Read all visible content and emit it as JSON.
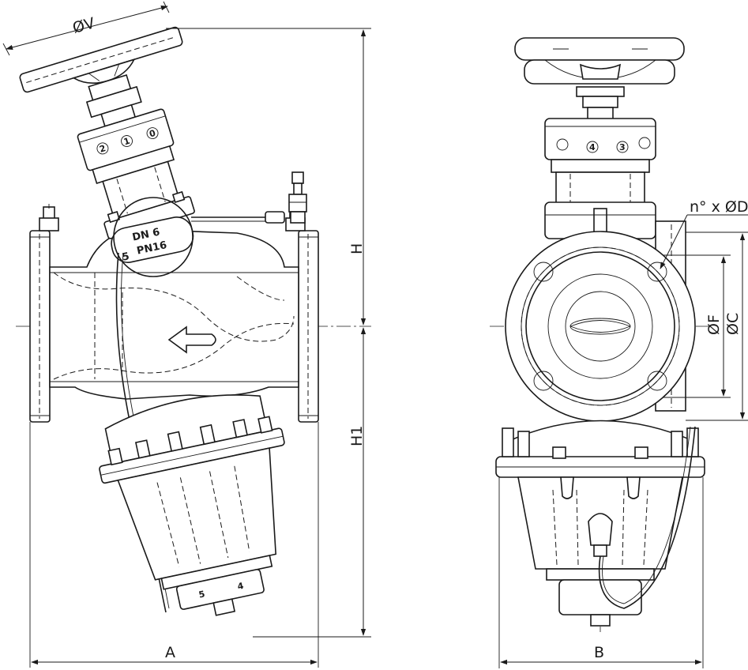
{
  "dimensions": {
    "handwheel_diameter": "ØV",
    "height_above_axis": "H",
    "height_below_axis": "H1",
    "face_to_face_length": "A",
    "body_width": "B",
    "bolt_holes": "n° x ØD",
    "flange_inner_diameter": "ØF",
    "bolt_circle_diameter": "ØC"
  },
  "plate": {
    "line1": "DN 6",
    "line2": "PN16",
    "side_mark": "5"
  },
  "dial_marks_left": [
    "2",
    "1",
    "0"
  ],
  "dial_marks_right": [
    "4",
    "3"
  ],
  "bottom_marks": [
    "5",
    "4"
  ]
}
